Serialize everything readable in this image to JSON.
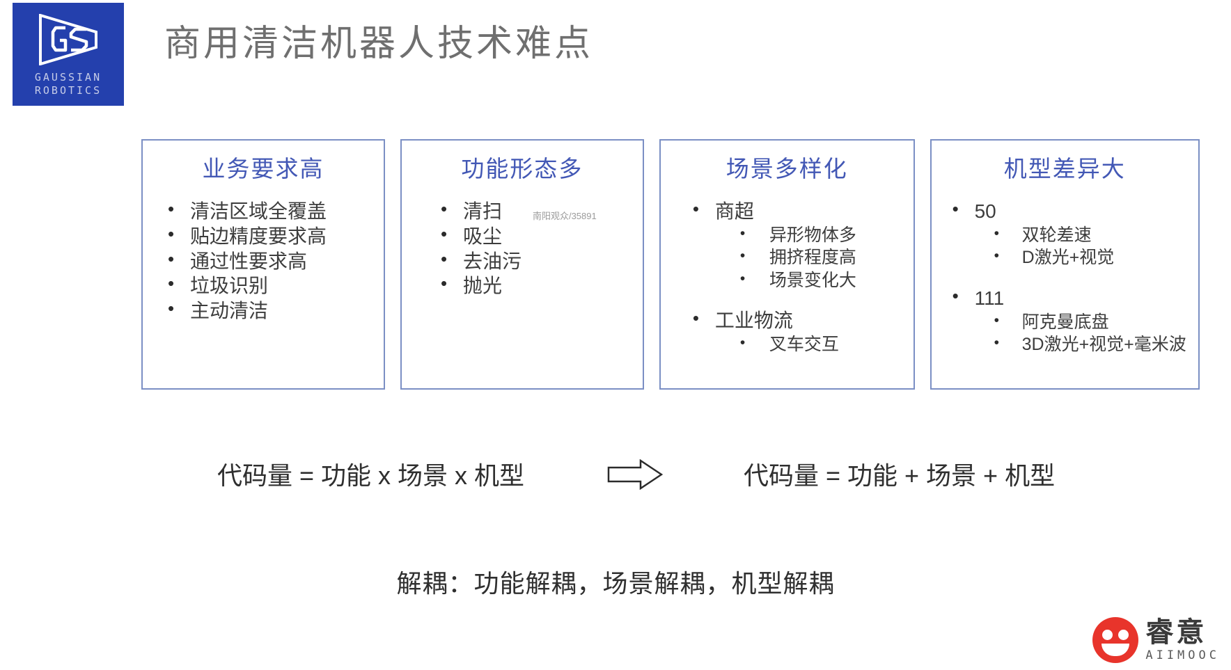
{
  "slide": {
    "title": "商用清洁机器人技术难点",
    "background_color": "#ffffff",
    "title_color": "#6f6f6f"
  },
  "logo": {
    "icon": "gaussian-gs-mark",
    "line1": "GAUSSIAN",
    "line2": "ROBOTICS",
    "background_color": "#2440ad",
    "text_color": "#c6cce8"
  },
  "watermark": {
    "text": "南阳观众/35891"
  },
  "cards": [
    {
      "title": "业务要求高",
      "title_color": "#4358b5",
      "border_color": "#7b8fc4",
      "bullets": [
        {
          "text": "清洁区域全覆盖",
          "level": 1
        },
        {
          "text": "贴边精度要求高",
          "level": 1
        },
        {
          "text": "通过性要求高",
          "level": 1
        },
        {
          "text": "垃圾识别",
          "level": 1
        },
        {
          "text": "主动清洁",
          "level": 1
        }
      ]
    },
    {
      "title": "功能形态多",
      "title_color": "#4358b5",
      "border_color": "#7b8fc4",
      "bullets": [
        {
          "text": "清扫",
          "level": 1
        },
        {
          "text": "吸尘",
          "level": 1
        },
        {
          "text": "去油污",
          "level": 1
        },
        {
          "text": "抛光",
          "level": 1
        }
      ]
    },
    {
      "title": "场景多样化",
      "title_color": "#4358b5",
      "border_color": "#7b8fc4",
      "bullets": [
        {
          "text": "商超",
          "level": 1
        },
        {
          "text": "异形物体多",
          "level": 2
        },
        {
          "text": "拥挤程度高",
          "level": 2
        },
        {
          "text": "场景变化大",
          "level": 2
        },
        {
          "text": "工业物流",
          "level": 1,
          "gap": true
        },
        {
          "text": "叉车交互",
          "level": 2
        }
      ]
    },
    {
      "title": "机型差异大",
      "title_color": "#4358b5",
      "border_color": "#7b8fc4",
      "bullets": [
        {
          "text": "50",
          "level": 1
        },
        {
          "text": "双轮差速",
          "level": 2
        },
        {
          "text": "D激光+视觉",
          "level": 2
        },
        {
          "text": "111",
          "level": 1,
          "gap": true
        },
        {
          "text": "阿克曼底盘",
          "level": 2
        },
        {
          "text": "3D激光+视觉+毫米波",
          "level": 2
        }
      ]
    }
  ],
  "formula": {
    "left": "代码量 = 功能 x 场景 x 机型",
    "arrow": "right-arrow-icon",
    "right": "代码量 = 功能 + 场景 + 机型"
  },
  "conclusion": {
    "text": "解耦：功能解耦，场景解耦，机型解耦"
  },
  "brand": {
    "icon": "smiley-face-icon",
    "name_cn": "睿意",
    "name_en": "AIIMOOC",
    "accent_color": "#e8342b"
  }
}
